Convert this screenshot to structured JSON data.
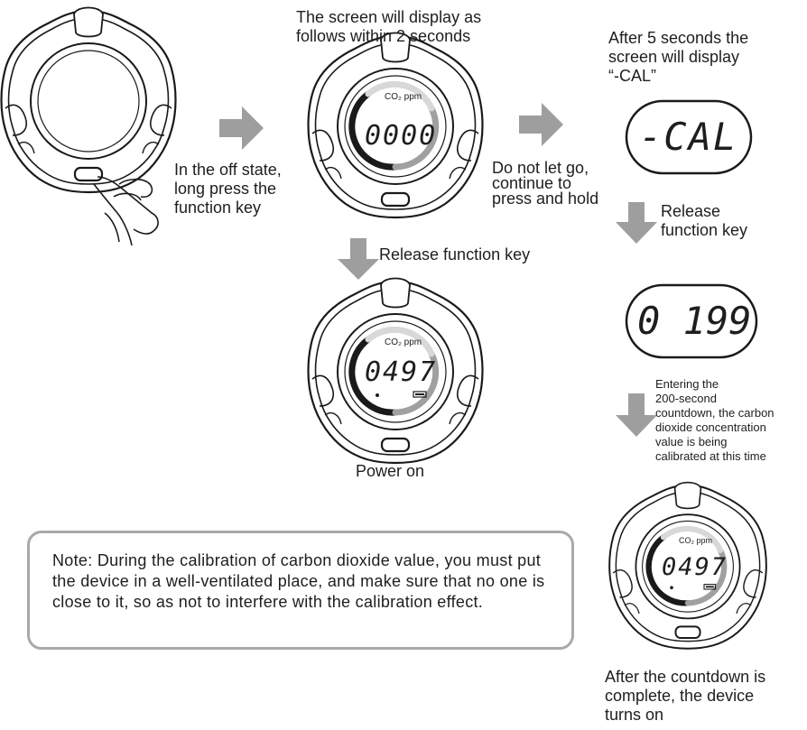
{
  "steps": {
    "step1_label": "In the off state,\nlong press the\nfunction key",
    "step2_title": "The screen will display as\nfollows within 2 seconds",
    "step2_display": "0000",
    "step3_title": "After 5 seconds the\nscreen will display\n“-CAL”",
    "step3_display": "-CAL",
    "hold_label": "Do not let go,\ncontinue to\npress and hold",
    "release_function_label": "Release\nfunction key",
    "release_key_label": "Release function key",
    "power_on_display": "0497",
    "power_on_label": "Power on",
    "countdown_display": "0 199",
    "countdown_label": "Entering the\n200-second\ncountdown, the carbon\ndioxide concentration\nvalue is being\ncalibrated at this time",
    "final_display": "0497",
    "final_label": "After the countdown is\ncomplete, the device\nturns on"
  },
  "lcd": {
    "unit_label": "CO₂  ppm"
  },
  "note": {
    "text": "Note: During the calibration of carbon dioxide value, you must put the device in a well-ventilated place, and make sure that no one is close to it, so as not to interfere with the calibration effect."
  },
  "colors": {
    "arrow": "#9e9e9e",
    "outline": "#1a1a1a",
    "note_border": "#a9a9a9"
  }
}
